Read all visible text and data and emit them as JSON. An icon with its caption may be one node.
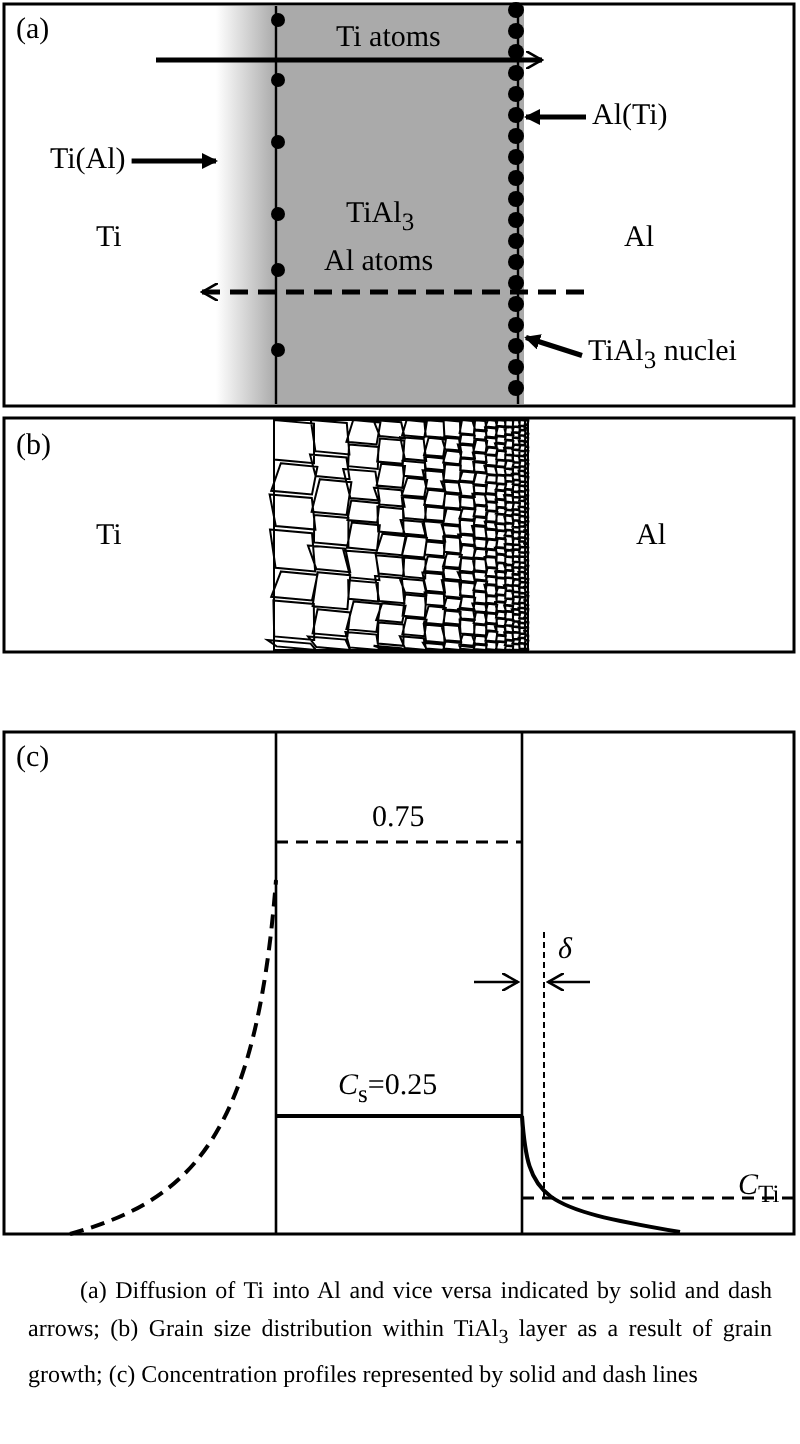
{
  "diagram": {
    "nodes": [
      {
        "text": [
          "Ti(Al)"
        ]
      },
      {
        "text": [
          "Al(Ti)"
        ]
      },
      {
        "text": [
          "TiAl$_{3}$ nuclei"
        ]
      },
      {
        "text": [],
        "shape": "bar"
      },
      {
        "text": [],
        "shape": "circle"
      }
    ],
    "edges": [
      {
        "from": 0,
        "to": 3,
        "arrow": "to"
      },
      {
        "from": 1,
        "to": 4,
        "arrow": "to"
      },
      {
        "from": 2,
        "to": 4,
        "arrow": "to"
      }
    ],
    "labels": [
      "(a)",
      "Ti atoms",
      "TiAl$_{3}$",
      "Ti",
      "Al",
      "Al atoms",
      "(b)",
      "Ti",
      "Al",
      "(c)",
      "0.75",
      "δ",
      "*C*$_{s}$=0.25",
      "*C*$_{Ti}$"
    ],
    "caption": "(a) Diffusion of Ti into Al and vice versa indicated by solid and dash arrows; (b) Grain size distribution within TiAl$_{3}$ layer as a result of grain growth; (c) Concentration profiles represented by solid and dash lines"
  }
}
